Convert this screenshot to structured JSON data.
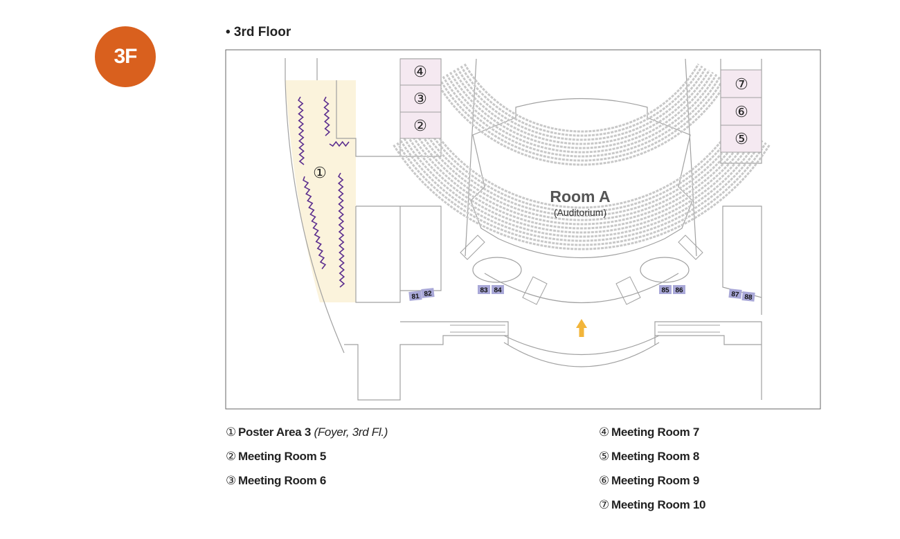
{
  "floor_badge": "3F",
  "title": "• 3rd Floor",
  "map": {
    "room_a": {
      "name": "Room A",
      "subtitle": "(Auditorium)"
    },
    "markers": {
      "m1": "①",
      "m2": "②",
      "m3": "③",
      "m4": "④",
      "m5": "⑤",
      "m6": "⑥",
      "m7": "⑦"
    },
    "booths": [
      "81",
      "82",
      "83",
      "84",
      "85",
      "86",
      "87",
      "88"
    ],
    "colors": {
      "badge": "#d9601e",
      "poster_area": "#fbf3dc",
      "meeting_room": "#f5e9f1",
      "booth": "#a9a8d8",
      "poster_board": "#5b2d8e",
      "arrow": "#f2b53a",
      "wall": "#a0a0a0"
    }
  },
  "legend": {
    "left": [
      {
        "num": "①",
        "label": "Poster Area 3",
        "note": "(Foyer, 3rd Fl.)"
      },
      {
        "num": "②",
        "label": "Meeting Room 5"
      },
      {
        "num": "③",
        "label": "Meeting Room 6"
      }
    ],
    "right": [
      {
        "num": "④",
        "label": "Meeting Room 7"
      },
      {
        "num": "⑤",
        "label": "Meeting Room 8"
      },
      {
        "num": "⑥",
        "label": "Meeting Room 9"
      },
      {
        "num": "⑦",
        "label": "Meeting Room 10"
      }
    ]
  }
}
